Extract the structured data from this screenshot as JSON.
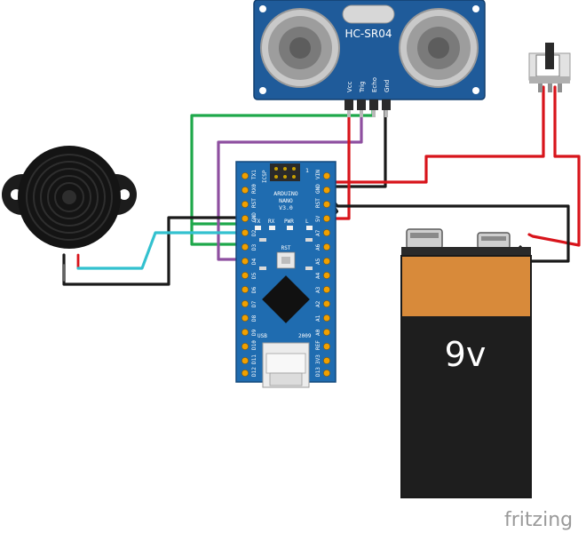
{
  "sensor": {
    "model": "HC-SR04",
    "pins": [
      "Vcc",
      "Trig",
      "Echo",
      "Gnd"
    ]
  },
  "arduino": {
    "lines": [
      "ARDUINO",
      "NANO",
      "V3.0"
    ],
    "icsp_label": "ICSP",
    "pin_number": "1",
    "led_labels": [
      "TX",
      "RX",
      "PWR",
      "L"
    ],
    "rst_label": "RST",
    "usb_label": "USB",
    "year": "2009",
    "left_pins": [
      "D12",
      "D11",
      "D10",
      "D9",
      "D8",
      "D7",
      "D6",
      "D5",
      "D4",
      "D3",
      "D2",
      "GND",
      "RST",
      "RX0",
      "TX1"
    ],
    "right_pins": [
      "D13",
      "3V3",
      "REF",
      "A0",
      "A1",
      "A2",
      "A3",
      "A4",
      "A5",
      "A6",
      "A7",
      "5V",
      "RST",
      "GND",
      "VIN"
    ]
  },
  "battery": {
    "label": "9v"
  },
  "brand": {
    "text": "fritzing"
  },
  "colors": {
    "wire_red": "#d8141b",
    "wire_black": "#1a1a1a",
    "wire_green": "#1ea84a",
    "wire_purple": "#8e4fa0",
    "wire_cyan": "#33c1cf",
    "board_blue": "#1f6cb0",
    "sensor_blue": "#1f5b9a",
    "battery_orange": "#d88a3a",
    "battery_black": "#1e1e1e"
  }
}
